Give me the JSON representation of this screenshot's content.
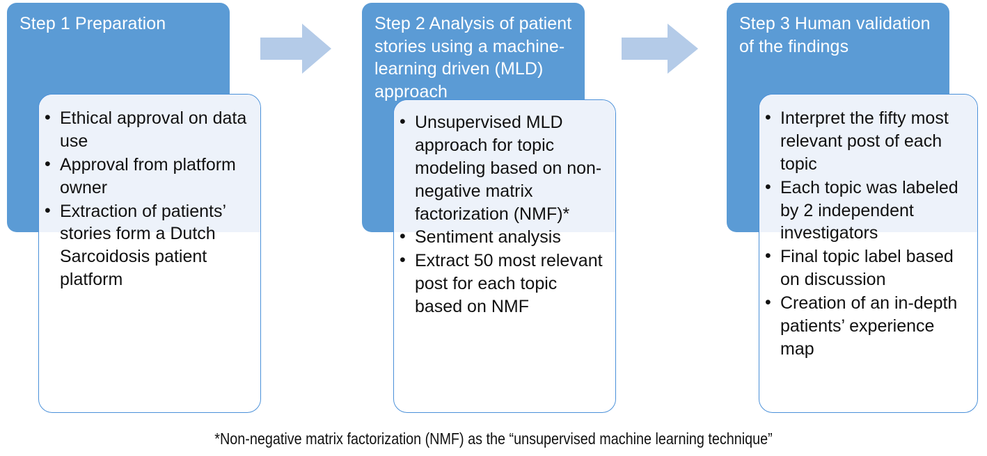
{
  "colors": {
    "step_box_fill": "#5B9BD5",
    "card_border": "#4A90D9",
    "card_fill": "#FFFFFF",
    "card_tint": "#EDF2FA",
    "arrow_fill": "#B4CBE8",
    "text_dark": "#111111",
    "text_on_blue": "#FFFFFF"
  },
  "steps": [
    {
      "title": "Step 1 Preparation",
      "bullets": [
        "Ethical approval on data use",
        "Approval from platform owner",
        "Extraction of patients’ stories form a Dutch Sarcoidosis patient platform"
      ]
    },
    {
      "title": "Step 2 Analysis of patient stories using a machine-learning driven (MLD) approach",
      "bullets": [
        "Unsupervised MLD approach for topic modeling based on non-negative matrix factorization (NMF)*",
        "Sentiment analysis",
        "Extract 50 most relevant post for each topic based on NMF"
      ]
    },
    {
      "title": "Step 3 Human validation of the findings",
      "bullets": [
        "Interpret the fifty most relevant post  of each topic",
        "Each topic was labeled by 2 independent investigators",
        "Final topic label based on discussion",
        "Creation of an in-depth patients’ experience map"
      ]
    }
  ],
  "arrows": [
    {
      "name": "arrow-step1-to-step2"
    },
    {
      "name": "arrow-step2-to-step3"
    }
  ],
  "footnote": "*Non-negative matrix factorization (NMF) as the “unsupervised machine learning technique”"
}
